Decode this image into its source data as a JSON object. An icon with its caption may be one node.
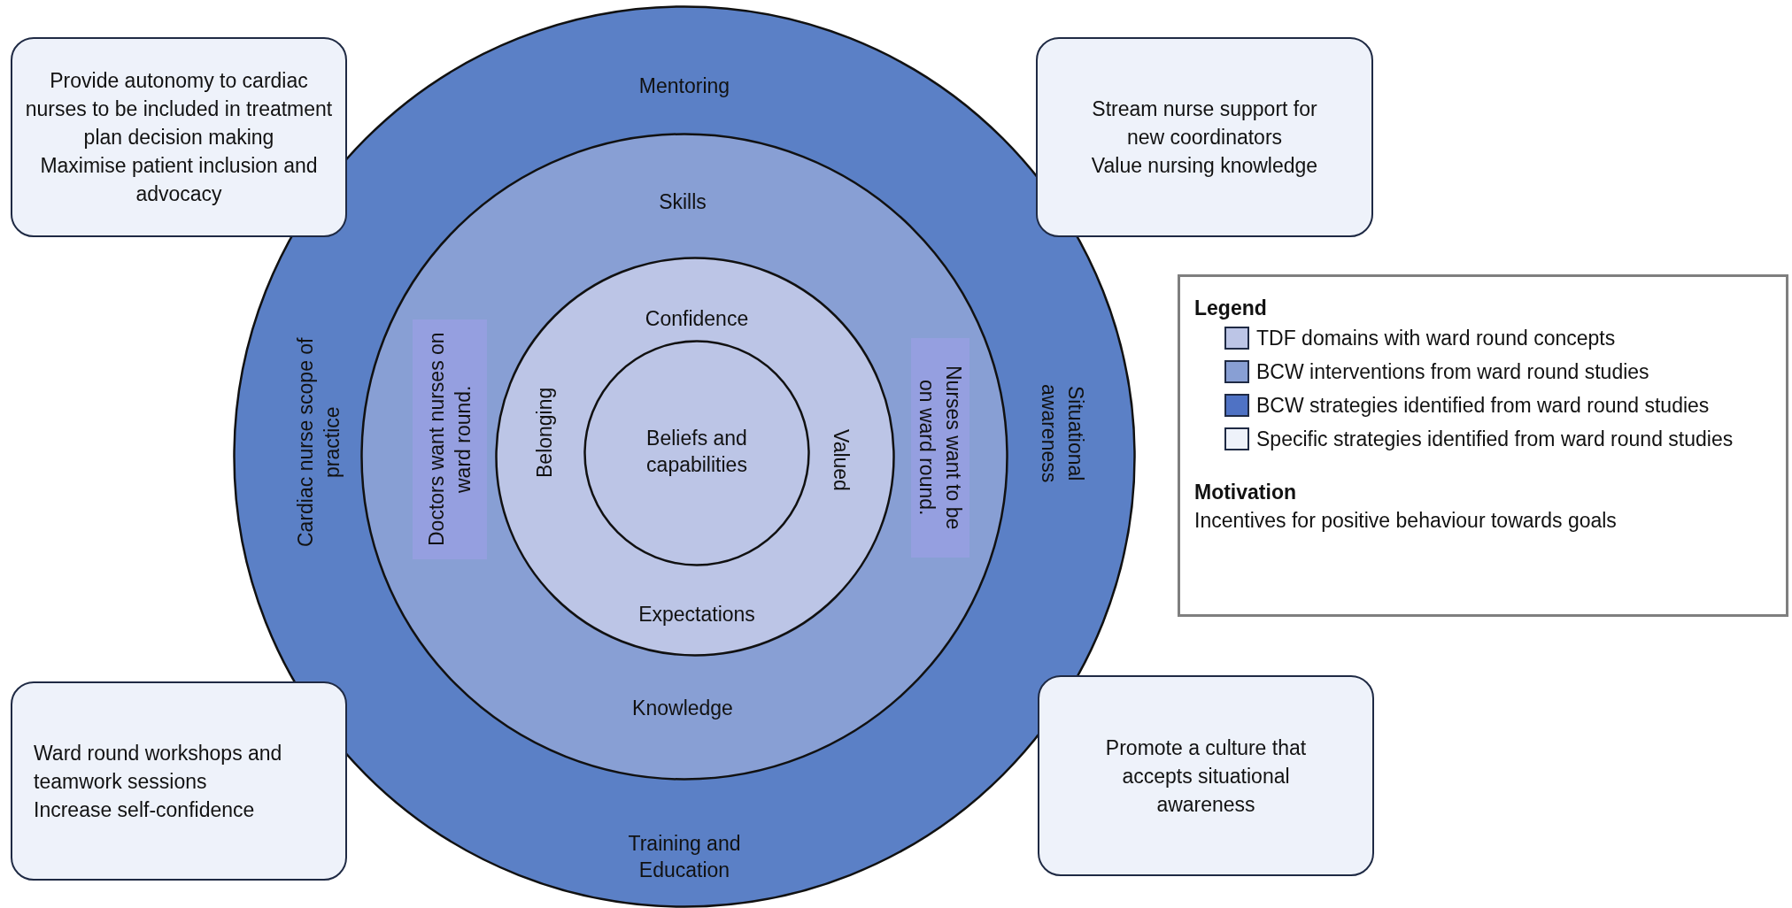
{
  "diagram": {
    "nodes": [
      {
        "text": [
          "Mentoring",
          "Cardiac nurse scope of practice",
          "Situational awareness",
          "Training and Education"
        ]
      },
      {
        "text": [
          "Skills",
          "Knowledge"
        ],
        "in": 0
      },
      {
        "text": [
          "Doctors want nurses on ward round."
        ],
        "in": 1
      },
      {
        "text": [
          "Nurses want to be on ward round."
        ],
        "in": 1
      },
      {
        "text": [
          "Confidence",
          "Belonging",
          "Valued",
          "Expectations"
        ],
        "in": 1
      },
      {
        "text": [
          "Beliefs and capabilities"
        ],
        "in": 4
      },
      {
        "text": [
          "Provide autonomy to cardiac nurses to be included in treatment plan decision making",
          "Maximise patient inclusion and advocacy"
        ]
      },
      {
        "text": [
          "Stream nurse support for new coordinators",
          "Value nursing knowledge"
        ]
      },
      {
        "text": [
          "Ward round workshops and teamwork sessions",
          "Increase self-confidence"
        ]
      },
      {
        "text": [
          "Promote a culture that accepts situational awareness"
        ]
      }
    ],
    "edges": [],
    "labels": [
      "Legend",
      "Motivation",
      "Incentives for positive behaviour towards goals"
    ],
    "legend": [
      {
        "text": "TDF domains with ward round concepts",
        "color": "#bcc5e6"
      },
      {
        "text": "BCW interventions from ward round studies",
        "color": "#889fd4"
      },
      {
        "text": "BCW strategies identified from ward round studies",
        "color": "#4f72c4"
      },
      {
        "text": "Specific strategies identified from ward round studies",
        "color": "#eef2fa"
      }
    ]
  }
}
